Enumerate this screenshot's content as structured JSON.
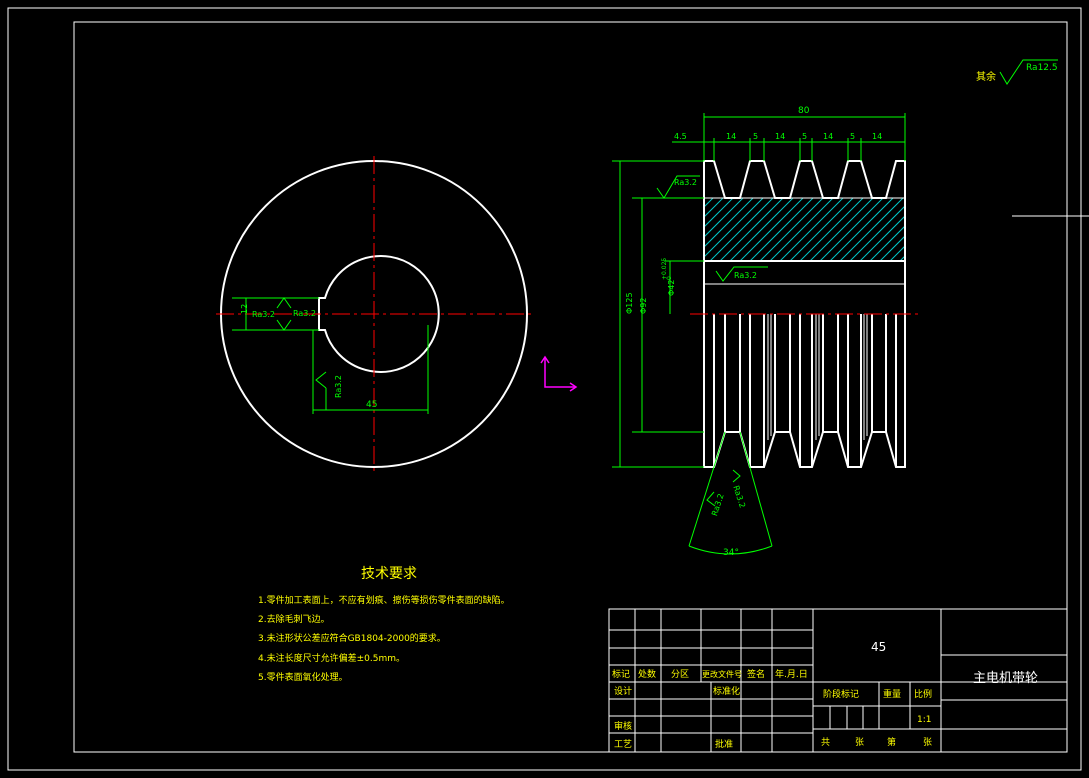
{
  "top_note": {
    "prefix": "其余",
    "roughness": "Ra12.5"
  },
  "front_view": {
    "keyway_width": "12",
    "roughness_left": "Ra3.2",
    "roughness_right": "Ra3.2",
    "roughness_bottom": "Ra3.2",
    "dim_45": "45"
  },
  "side_view": {
    "total_width": "80",
    "segments": [
      "4.5",
      "14",
      "5",
      "14",
      "5",
      "14",
      "5",
      "14"
    ],
    "dia_outer": "Φ125",
    "dia_mid": "Φ92",
    "dia_bore": "Φ42",
    "bore_tol_upper": "+0.025",
    "bore_tol_lower": "0",
    "roughness_top": "Ra3.2",
    "roughness_bore": "Ra3.2",
    "groove_roughness_a": "Ra3.2",
    "groove_roughness_b": "Ra3.2",
    "groove_angle": "34°"
  },
  "tech": {
    "title": "技术要求",
    "items": [
      "1.零件加工表面上，不应有划痕、擦伤等损伤零件表面的缺陷。",
      "2.去除毛刺飞边。",
      "3.未注形状公差应符合GB1804-2000的要求。",
      "4.未注长度尺寸允许偏差±0.5mm。",
      "5.零件表面氧化处理。"
    ]
  },
  "title_block": {
    "material": "45",
    "part_name": "主电机带轮",
    "header_cols": [
      "标记",
      "处数",
      "分区",
      "更改文件号",
      "签名",
      "年.月.日"
    ],
    "design": "设计",
    "standardize": "标准化",
    "review": "审核",
    "process": "工艺",
    "approve": "批准",
    "stage_mark": "阶段标记",
    "weight": "重量",
    "scale": "比例",
    "scale_value": "1:1",
    "total": "共",
    "sheet": "张",
    "page": "第",
    "sheet2": "张"
  }
}
